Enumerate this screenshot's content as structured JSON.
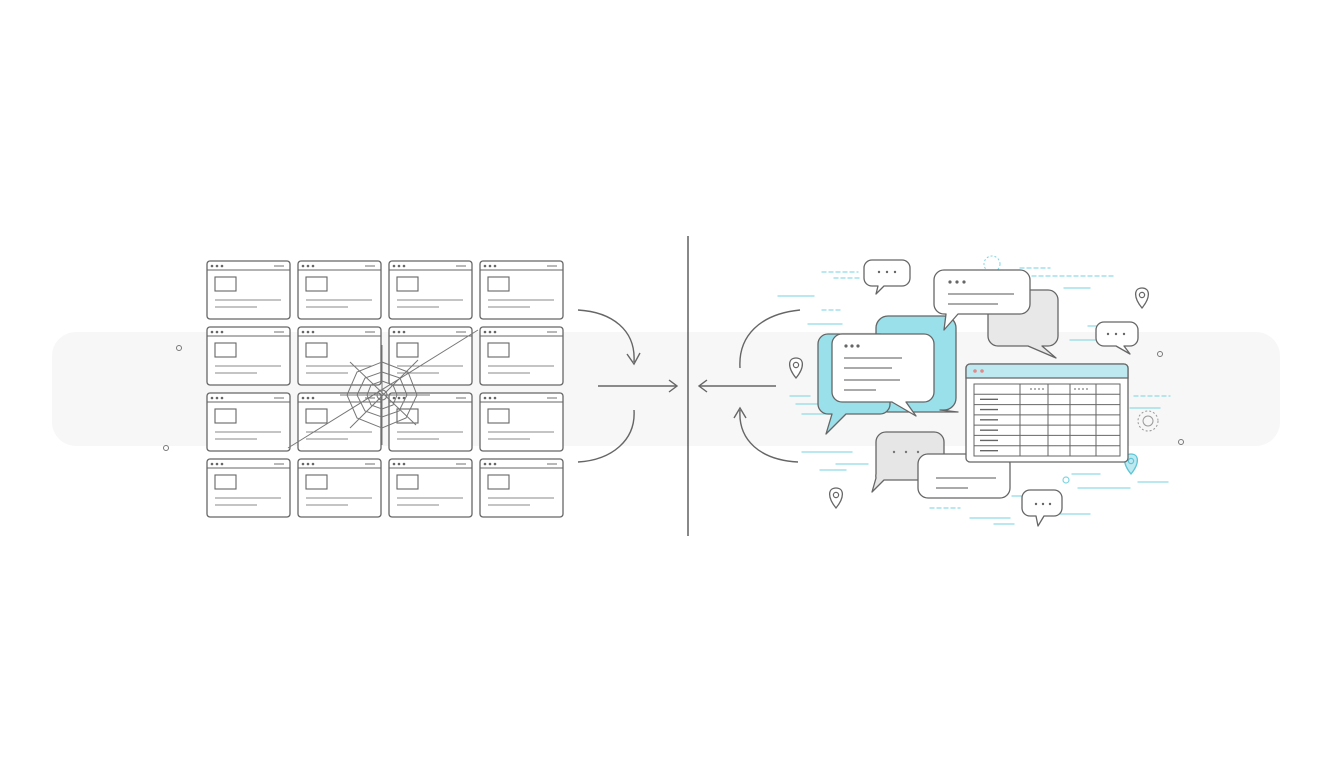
{
  "colors": {
    "background": "#ffffff",
    "stroke": "#666666",
    "stroke_light": "#9a9a9a",
    "accent_cyan": "#9ae0ea",
    "accent_cyan_line": "#7fd6e3",
    "bubble_gray": "#e6e6e6",
    "band": "#f7f7f7",
    "window_red_dot": "#e08a8a"
  },
  "diagram": {
    "left": {
      "grid_rows": 4,
      "grid_cols": 4,
      "card_icon": "browser-window-icon",
      "center_icon": "spider-web-icon"
    },
    "divider": "vertical-divider",
    "right": {
      "chat_icon": "chat-bubble-icon",
      "table_icon": "spreadsheet-window-icon",
      "pin_icon": "location-pin-icon",
      "table_rows": 7,
      "table_cols": 5
    },
    "arrows": [
      "cycle-arrow-right-icon",
      "cycle-arrow-left-icon"
    ]
  }
}
